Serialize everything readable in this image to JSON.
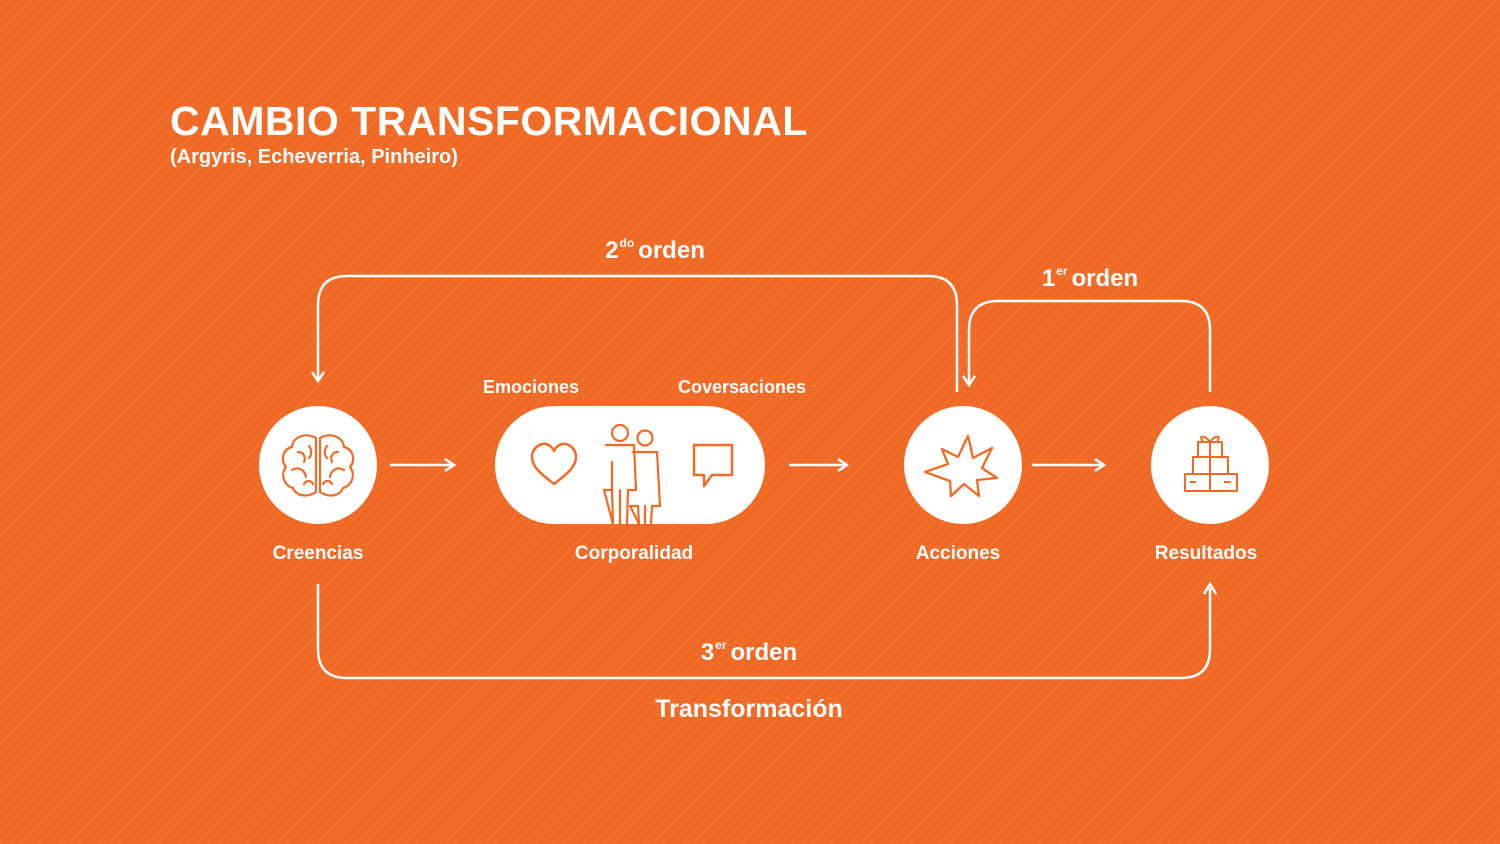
{
  "header": {
    "title": "CAMBIO TRANSFORMACIONAL",
    "subtitle": "(Argyris, Echeverria, Pinheiro)"
  },
  "nodes": {
    "creencias": "Creencias",
    "corporalidad": "Corporalidad",
    "acciones": "Acciones",
    "resultados": "Resultados"
  },
  "corporalidad_parts": {
    "emociones": "Emociones",
    "conversaciones": "Coversaciones"
  },
  "loops": {
    "second": {
      "num": "2",
      "sup": "do",
      "text": "orden"
    },
    "first": {
      "num": "1",
      "sup": "er",
      "text": "orden"
    },
    "third": {
      "num": "3",
      "sup": "er",
      "text": "orden"
    }
  },
  "footer_label": "Transformación",
  "icons": {
    "creencias": "brain-icon",
    "emociones": "heart-icon",
    "corporalidad": "people-icon",
    "conversaciones": "speech-bubble-icon",
    "acciones": "burst-icon",
    "resultados": "gift-boxes-icon"
  },
  "colors": {
    "background": "#F16A25",
    "foreground": "#FFFFFF"
  }
}
